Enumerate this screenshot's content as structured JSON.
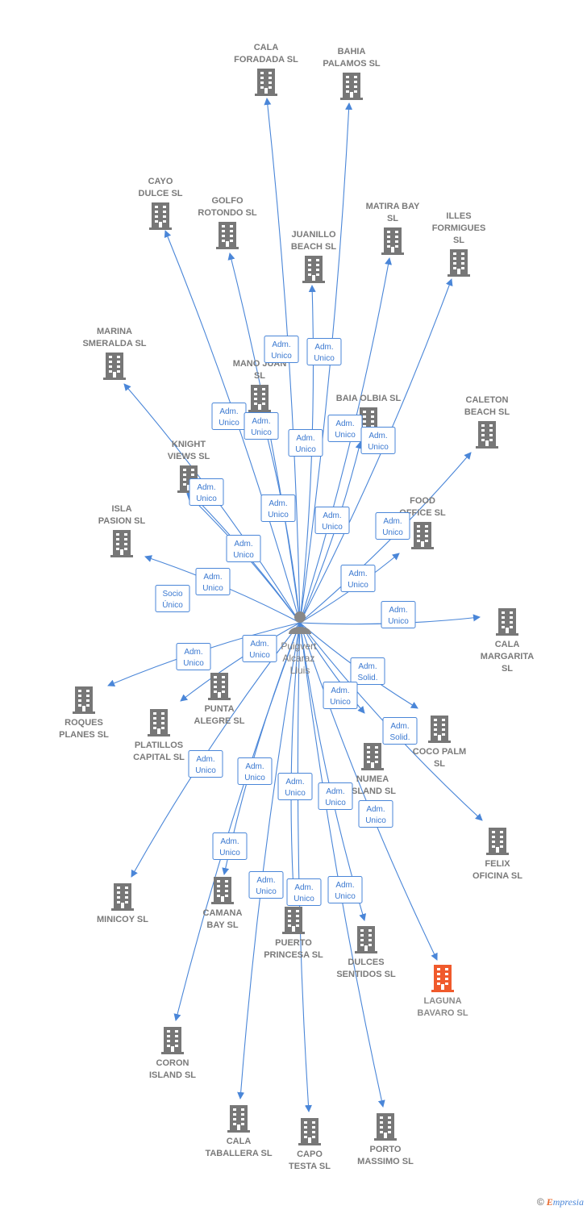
{
  "person": {
    "lines": [
      "Puigvert",
      "Alcaraz",
      "Lluis"
    ]
  },
  "colors": {
    "edge": "#4a86d8",
    "company": "#777777",
    "highlight": "#f05a2c"
  },
  "footer": {
    "copyright": "©",
    "brand_initial": "E",
    "brand_rest": "mpresia"
  },
  "companies": [
    {
      "id": "cala-foradada",
      "lines": [
        "CALA",
        "FORADADA  SL"
      ],
      "highlight": false
    },
    {
      "id": "bahia-palamos",
      "lines": [
        "BAHIA",
        "PALAMOS  SL"
      ],
      "highlight": false
    },
    {
      "id": "cayo-dulce",
      "lines": [
        "CAYO",
        "DULCE  SL"
      ],
      "highlight": false
    },
    {
      "id": "golfo-rotondo",
      "lines": [
        "GOLFO",
        "ROTONDO  SL"
      ],
      "highlight": false
    },
    {
      "id": "matira-bay",
      "lines": [
        "MATIRA BAY",
        "SL"
      ],
      "highlight": false
    },
    {
      "id": "illes-formigues",
      "lines": [
        "ILLES",
        "FORMIGUES",
        "SL"
      ],
      "highlight": false
    },
    {
      "id": "juanillo-beach",
      "lines": [
        "JUANILLO",
        "BEACH  SL"
      ],
      "highlight": false
    },
    {
      "id": "marina-smeralda",
      "lines": [
        "MARINA",
        "SMERALDA  SL"
      ],
      "highlight": false
    },
    {
      "id": "mano-juan",
      "lines": [
        "MANO JUAN",
        "SL"
      ],
      "highlight": false
    },
    {
      "id": "baia-olbia",
      "lines": [
        "BAIA OLBIA  SL"
      ],
      "highlight": false
    },
    {
      "id": "caleton-beach",
      "lines": [
        "CALETON",
        "BEACH  SL"
      ],
      "highlight": false
    },
    {
      "id": "knight-views",
      "lines": [
        "KNIGHT",
        "VIEWS  SL"
      ],
      "highlight": false
    },
    {
      "id": "isla-pasion",
      "lines": [
        "ISLA",
        "PASION  SL"
      ],
      "highlight": false
    },
    {
      "id": "food-office",
      "lines": [
        "FOOD",
        "OFFICE  SL"
      ],
      "highlight": false
    },
    {
      "id": "cala-margarita",
      "lines": [
        "CALA",
        "MARGARITA",
        "SL"
      ],
      "highlight": false
    },
    {
      "id": "roques-planes",
      "lines": [
        "ROQUES",
        "PLANES  SL"
      ],
      "highlight": false
    },
    {
      "id": "punta-alegre",
      "lines": [
        "PUNTA",
        "ALEGRE  SL"
      ],
      "highlight": false
    },
    {
      "id": "platillos-capital",
      "lines": [
        "PLATILLOS",
        "CAPITAL  SL"
      ],
      "highlight": false
    },
    {
      "id": "coco-palm",
      "lines": [
        "COCO PALM",
        "SL"
      ],
      "highlight": false
    },
    {
      "id": "numea-island",
      "lines": [
        "NUMEA",
        "ISLAND  SL"
      ],
      "highlight": false
    },
    {
      "id": "felix-oficina",
      "lines": [
        "FELIX",
        "OFICINA  SL"
      ],
      "highlight": false
    },
    {
      "id": "minicoy",
      "lines": [
        "MINICOY  SL"
      ],
      "highlight": false
    },
    {
      "id": "camana-bay",
      "lines": [
        "CAMANA",
        "BAY  SL"
      ],
      "highlight": false
    },
    {
      "id": "puerto-princesa",
      "lines": [
        "PUERTO",
        "PRINCESA  SL"
      ],
      "highlight": false
    },
    {
      "id": "dulces-sentidos",
      "lines": [
        "DULCES",
        "SENTIDOS  SL"
      ],
      "highlight": false
    },
    {
      "id": "laguna-bavaro",
      "lines": [
        "LAGUNA",
        "BAVARO  SL"
      ],
      "highlight": true
    },
    {
      "id": "coron-island",
      "lines": [
        "CORON",
        "ISLAND  SL"
      ],
      "highlight": false
    },
    {
      "id": "cala-taballera",
      "lines": [
        "CALA",
        "TABALLERA  SL"
      ],
      "highlight": false
    },
    {
      "id": "capo-testa",
      "lines": [
        "CAPO",
        "TESTA  SL"
      ],
      "highlight": false
    },
    {
      "id": "porto-massimo",
      "lines": [
        "PORTO",
        "MASSIMO  SL"
      ],
      "highlight": false
    }
  ],
  "relations": [
    {
      "target": "cala-foradada",
      "lines": [
        "Adm.",
        "Unico"
      ]
    },
    {
      "target": "bahia-palamos",
      "lines": [
        "Adm.",
        "Unico"
      ]
    },
    {
      "target": "cayo-dulce",
      "lines": [
        "Adm.",
        "Unico"
      ]
    },
    {
      "target": "golfo-rotondo",
      "lines": [
        "Adm.",
        "Unico"
      ]
    },
    {
      "target": "juanillo-beach",
      "lines": [
        "Adm.",
        "Unico"
      ]
    },
    {
      "target": "matira-bay",
      "lines": [
        "Adm.",
        "Unico"
      ]
    },
    {
      "target": "illes-formigues",
      "lines": [
        "Adm.",
        "Unico"
      ]
    },
    {
      "target": "marina-smeralda",
      "lines": [
        "Adm.",
        "Unico"
      ]
    },
    {
      "target": "mano-juan",
      "lines": [
        "Adm.",
        "Unico"
      ]
    },
    {
      "target": "baia-olbia",
      "lines": [
        "Adm.",
        "Unico"
      ]
    },
    {
      "target": "caleton-beach",
      "lines": [
        "Adm.",
        "Unico"
      ]
    },
    {
      "target": "knight-views",
      "lines": [
        "Adm.",
        "Unico"
      ]
    },
    {
      "target": "food-office",
      "lines": [
        "Adm.",
        "Unico"
      ]
    },
    {
      "target": "isla-pasion",
      "lines": [
        "Adm.",
        "Unico"
      ]
    },
    {
      "target": "platillos-capital",
      "lines": [
        "Socio",
        "Único"
      ]
    },
    {
      "target": "cala-margarita",
      "lines": [
        "Adm.",
        "Unico"
      ]
    },
    {
      "target": "roques-planes",
      "lines": [
        "Adm.",
        "Unico"
      ]
    },
    {
      "target": "punta-alegre",
      "lines": [
        "Adm.",
        "Unico"
      ]
    },
    {
      "target": "coco-palm",
      "lines": [
        "Adm.",
        "Solid."
      ]
    },
    {
      "target": "numea-island",
      "lines": [
        "Adm.",
        "Unico"
      ]
    },
    {
      "target": "felix-oficina",
      "lines": [
        "Adm.",
        "Solid."
      ]
    },
    {
      "target": "minicoy",
      "lines": [
        "Adm.",
        "Unico"
      ]
    },
    {
      "target": "camana-bay",
      "lines": [
        "Adm.",
        "Unico"
      ]
    },
    {
      "target": "coron-island",
      "lines": [
        "Adm.",
        "Unico"
      ]
    },
    {
      "target": "puerto-princesa",
      "lines": [
        "Adm.",
        "Unico"
      ]
    },
    {
      "target": "dulces-sentidos",
      "lines": [
        "Adm.",
        "Unico"
      ]
    },
    {
      "target": "laguna-bavaro",
      "lines": [
        "Adm.",
        "Unico"
      ]
    },
    {
      "target": "cala-taballera",
      "lines": [
        "Adm.",
        "Unico"
      ]
    },
    {
      "target": "capo-testa",
      "lines": [
        "Adm.",
        "Unico"
      ]
    },
    {
      "target": "porto-massimo",
      "lines": [
        "Adm.",
        "Unico"
      ]
    }
  ]
}
